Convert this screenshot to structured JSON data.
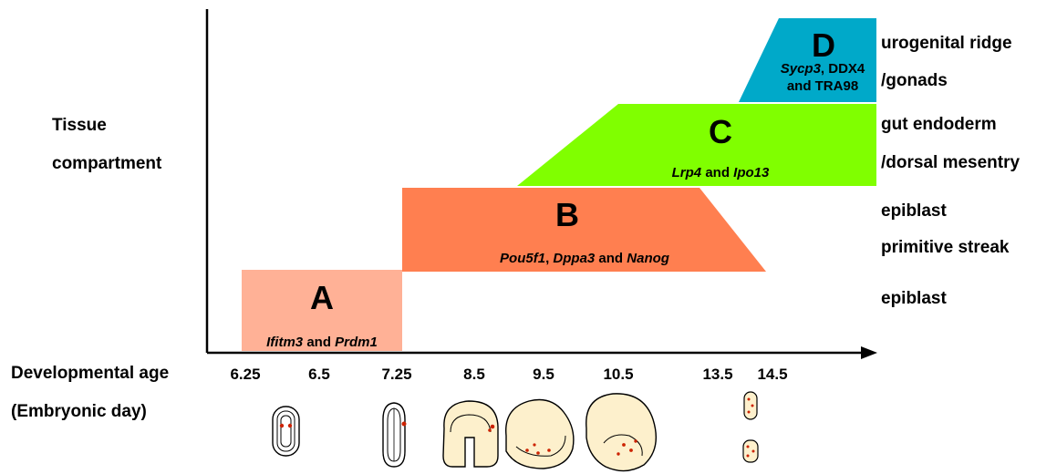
{
  "y_axis_label": {
    "line1": "Tissue",
    "line2": "compartment"
  },
  "x_axis_label": {
    "line1": "Developmental age",
    "line2": "(Embryonic day)"
  },
  "ages": [
    "6.25",
    "6.5",
    "7.25",
    "8.5",
    "9.5",
    "10.5",
    "13.5",
    "14.5"
  ],
  "phases": [
    {
      "letter": "A",
      "color": "#ffb196",
      "genes": [
        {
          "t": "Ifitm3",
          "i": true
        },
        {
          "t": " and ",
          "i": false
        },
        {
          "t": "Prdm1",
          "i": true
        }
      ]
    },
    {
      "letter": "B",
      "color": "#ff7f50",
      "genes": [
        {
          "t": "Pou5f1",
          "i": true
        },
        {
          "t": ", ",
          "i": false
        },
        {
          "t": "Dppa3",
          "i": true
        },
        {
          "t": " and ",
          "i": false
        },
        {
          "t": "Nanog",
          "i": true
        }
      ]
    },
    {
      "letter": "C",
      "color": "#80ff00",
      "genes": [
        {
          "t": "Lrp4",
          "i": true
        },
        {
          "t": " and ",
          "i": false
        },
        {
          "t": "Ipo13",
          "i": true
        }
      ]
    },
    {
      "letter": "D",
      "color": "#00a9c9",
      "genes_line1": [
        {
          "t": "Sycp3",
          "i": true
        },
        {
          "t": ", DDX4",
          "i": false
        }
      ],
      "genes_line2": [
        {
          "t": "and TRA98",
          "i": false
        }
      ]
    }
  ],
  "compartments": {
    "d_line1": "urogenital ridge",
    "d_line2": "/gonads",
    "c_line1": "gut endoderm",
    "c_line2": "/dorsal mesentry",
    "b_line1": "epiblast",
    "b_line2": "primitive streak",
    "a_line1": "epiblast"
  },
  "colors": {
    "embryo_fill": "#fdf0cc",
    "embryo_dot": "#cc2200",
    "axis": "#000000"
  }
}
